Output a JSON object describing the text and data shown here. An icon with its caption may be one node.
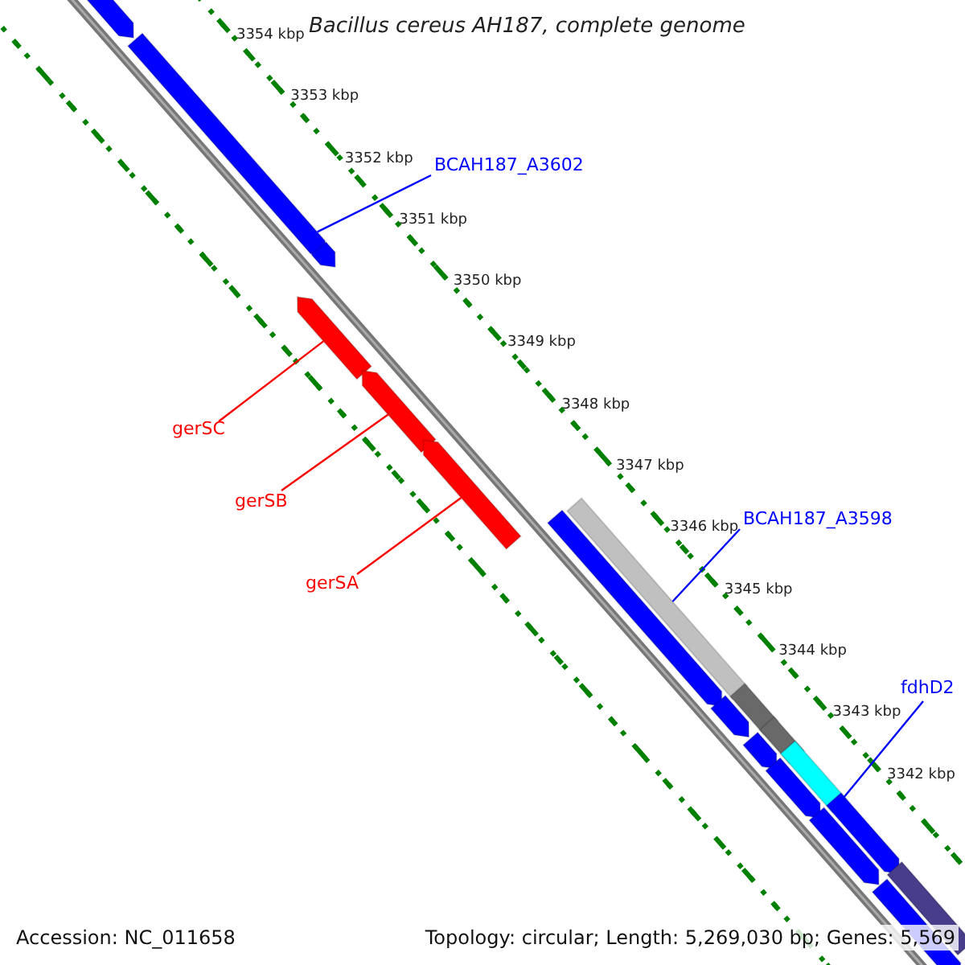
{
  "diagram": {
    "title": "Bacillus cereus AH187, complete genome",
    "nodes": [
      {
        "text": [],
        "shape": "arrow"
      },
      {
        "text": [],
        "shape": "arrow"
      },
      {
        "text": [
          "BCAH187_A3602"
        ]
      },
      {
        "text": [],
        "shape": "arrow"
      },
      {
        "text": [],
        "shape": "arrow"
      },
      {
        "text": [
          "gerSC"
        ]
      },
      {
        "text": [],
        "shape": "arrow"
      },
      {
        "text": [
          "gerSB"
        ]
      },
      {
        "text": [],
        "shape": "arrow"
      },
      {
        "text": [
          "gerSA"
        ]
      },
      {
        "text": [
          "BCAH187_A3598"
        ]
      },
      {
        "text": [],
        "shape": "bar"
      },
      {
        "text": [],
        "shape": "arrow"
      },
      {
        "text": [],
        "shape": "bar"
      },
      {
        "text": [],
        "shape": "arrow"
      },
      {
        "text": [],
        "shape": "bar"
      },
      {
        "text": [
          "fdhD2"
        ]
      },
      {
        "text": [],
        "shape": "arrow"
      },
      {
        "text": [],
        "shape": "bar"
      },
      {
        "text": [],
        "shape": "arrow"
      },
      {
        "text": [],
        "shape": "arrow"
      },
      {
        "text": [],
        "shape": "arrow"
      },
      {
        "text": [],
        "shape": "bar"
      },
      {
        "text": [],
        "shape": "arrow"
      }
    ],
    "edges": [
      {
        "from": 2,
        "to": 1,
        "arrow": "none",
        "color": "#0000ff"
      },
      {
        "from": 5,
        "to": 4,
        "arrow": "none",
        "color": "#ff0000"
      },
      {
        "from": 7,
        "to": 6,
        "arrow": "none",
        "color": "#ff0000"
      },
      {
        "from": 9,
        "to": 8,
        "arrow": "none",
        "color": "#ff0000"
      },
      {
        "from": 10,
        "to": 11,
        "arrow": "none",
        "color": "#0000ff"
      },
      {
        "from": 16,
        "to": 18,
        "arrow": "none",
        "color": "#0000ff"
      }
    ],
    "labels": [
      "3354 kbp",
      "3353 kbp",
      "3352 kbp",
      "3351 kbp",
      "3350 kbp",
      "3349 kbp",
      "3348 kbp",
      "3347 kbp",
      "3346 kbp",
      "3345 kbp",
      "3344 kbp",
      "3343 kbp",
      "3342 kbp",
      "Accession: NC_011658",
      "Topology: circular; Length: 5,269,030 bp; Genes: 5,569"
    ]
  }
}
